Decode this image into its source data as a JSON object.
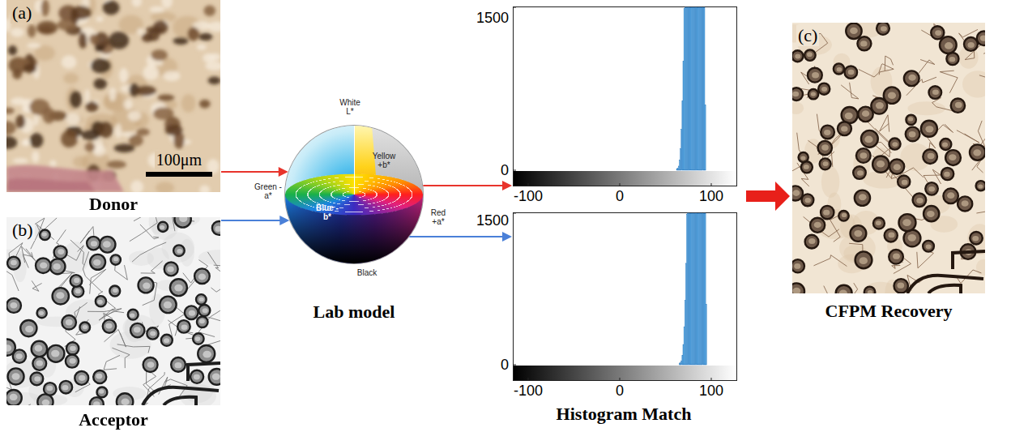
{
  "diagram": {
    "nodes": [
      {
        "text": [
          "(a)",
          "Donor"
        ]
      },
      {
        "text": [
          "(b)",
          "Acceptor"
        ]
      },
      {
        "text": [
          "Lab model"
        ]
      },
      {
        "text": [
          "Histogram Match"
        ]
      },
      {
        "text": [
          "1500",
          "0",
          "-100",
          "0",
          "100"
        ],
        "in": 3
      },
      {
        "text": [
          "1500",
          "0",
          "-100",
          "0",
          "100"
        ],
        "in": 3
      },
      {
        "text": [
          "(c)",
          "CFPM Recovery"
        ]
      }
    ],
    "edges": [
      {
        "from": 0,
        "to": 2,
        "arrow": "to"
      },
      {
        "from": 1,
        "to": 2,
        "arrow": "to"
      },
      {
        "from": 2,
        "to": 4,
        "arrow": "to"
      },
      {
        "from": 2,
        "to": 5,
        "arrow": "to"
      },
      {
        "from": 3,
        "to": 6,
        "arrow": "to"
      }
    ],
    "labels": [
      "100μm",
      "White L*",
      "Yellow +b*",
      "Green -a*",
      "Red +a*",
      "Blue -b*",
      "Black"
    ]
  }
}
